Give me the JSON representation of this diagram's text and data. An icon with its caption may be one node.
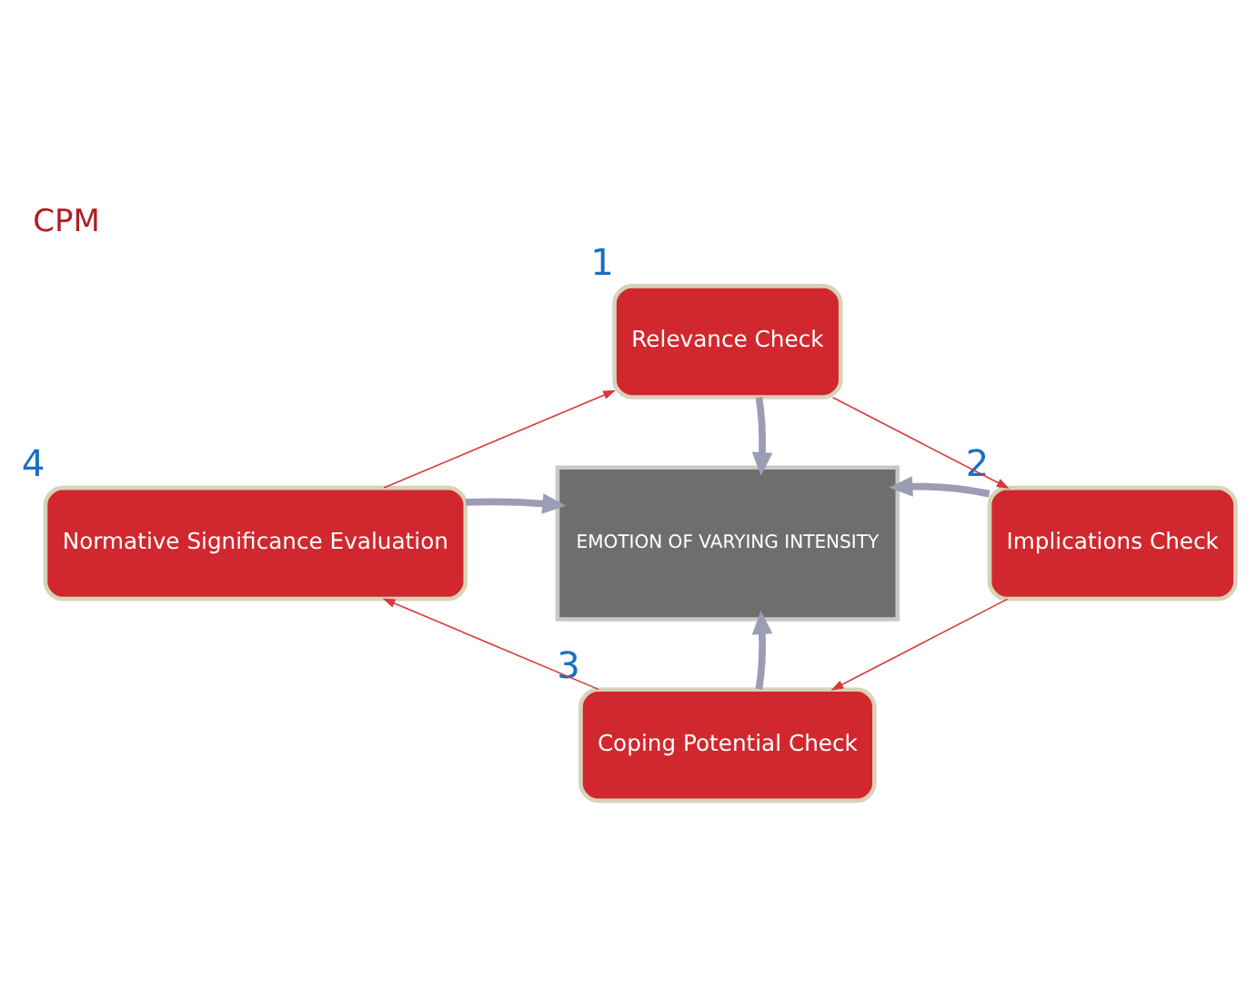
{
  "diagram": {
    "title": "CPM",
    "nodes": [
      {
        "text": [
          "Relevance Check"
        ],
        "beside": [
          "1"
        ]
      },
      {
        "text": [
          "Implications Check"
        ],
        "beside": [
          "2"
        ]
      },
      {
        "text": [
          "Coping Potential Check"
        ],
        "beside": [
          "3"
        ]
      },
      {
        "text": [
          "Normative Significance Evaluation"
        ],
        "beside": [
          "4"
        ]
      },
      {
        "text": [
          "EMOTION OF VARYING INTENSITY"
        ]
      }
    ],
    "edges": [
      {
        "from": 0,
        "to": 4,
        "arrow": "to",
        "style": "thick",
        "color": "#9c9cb4"
      },
      {
        "from": 1,
        "to": 4,
        "arrow": "to",
        "style": "thick",
        "color": "#9c9cb4"
      },
      {
        "from": 2,
        "to": 4,
        "arrow": "to",
        "style": "thick",
        "color": "#9c9cb4"
      },
      {
        "from": 3,
        "to": 4,
        "arrow": "to",
        "style": "thick",
        "color": "#9c9cb4"
      },
      {
        "from": 0,
        "to": 1,
        "arrow": "to",
        "color": "#d9383a"
      },
      {
        "from": 1,
        "to": 2,
        "arrow": "to",
        "color": "#d9383a"
      },
      {
        "from": 2,
        "to": 3,
        "arrow": "to",
        "color": "#d9383a"
      },
      {
        "from": 3,
        "to": 0,
        "arrow": "to",
        "color": "#d9383a"
      }
    ]
  }
}
